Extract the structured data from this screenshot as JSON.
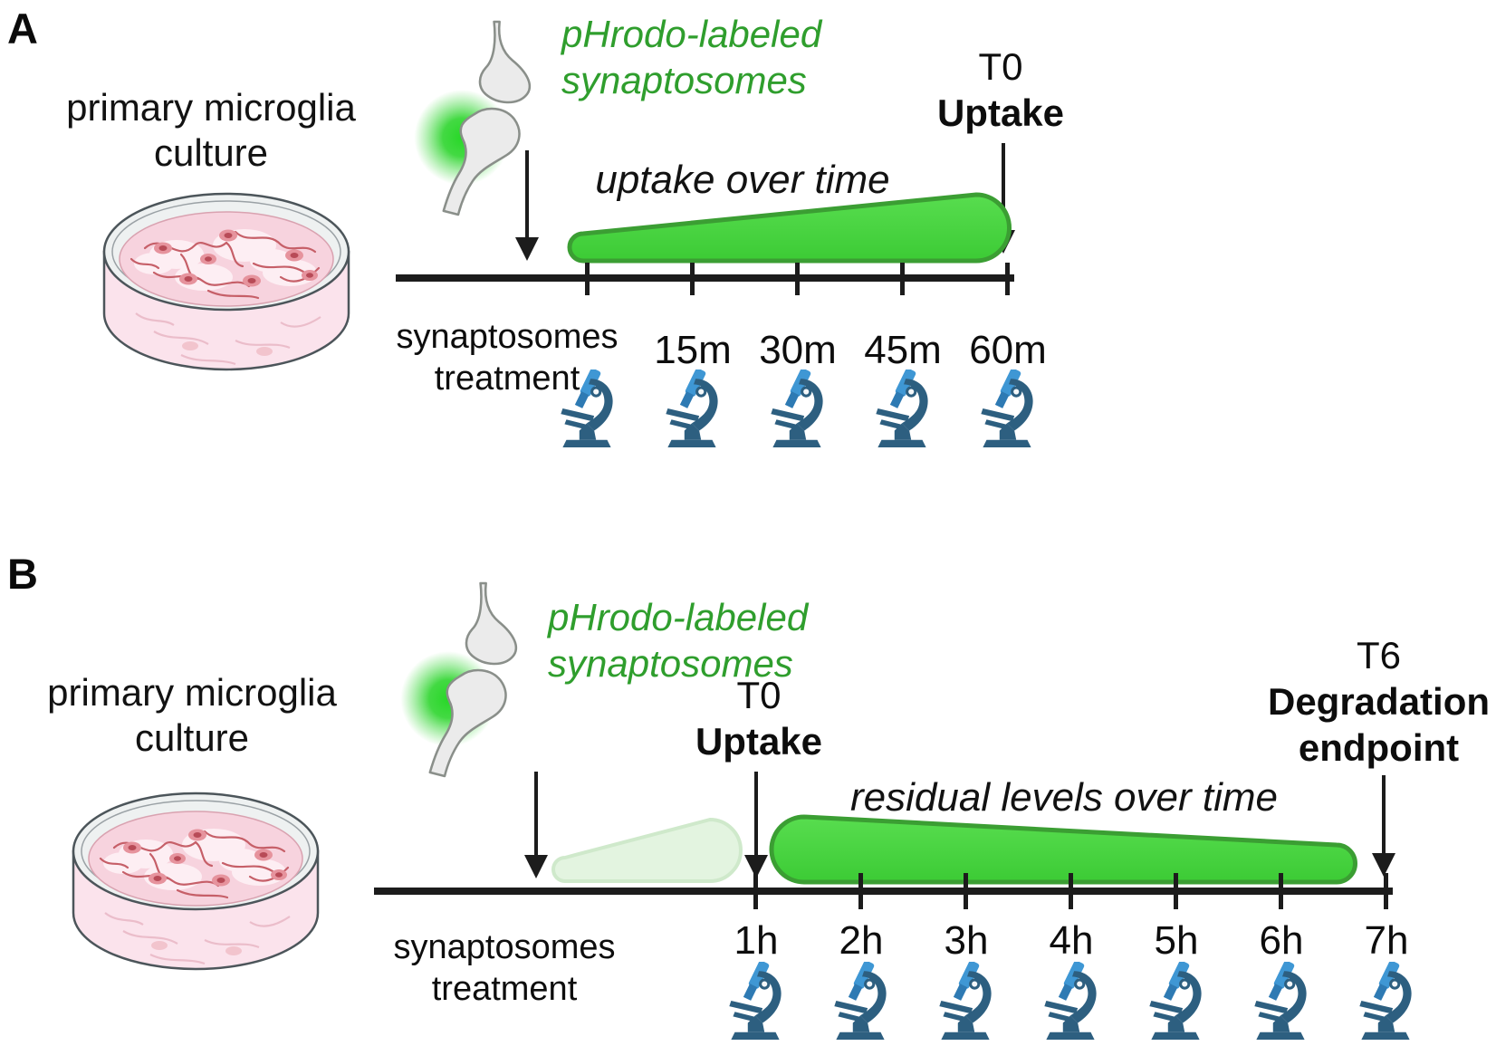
{
  "figure": {
    "panels": {
      "a": {
        "panel_letter": "A",
        "culture_caption_line1": "primary microglia",
        "culture_caption_line2": "culture",
        "synaptosome_caption_line1": "pHrodo-labeled",
        "synaptosome_caption_line2": "synaptosomes",
        "wedge_caption": "uptake over time",
        "timepoint_start": {
          "time": "T0",
          "event": "Uptake"
        },
        "axis_origin_label_line1": "synaptosomes",
        "axis_origin_label_line2": "treatment",
        "tick_labels": [
          "15m",
          "30m",
          "45m",
          "60m"
        ]
      },
      "b": {
        "panel_letter": "B",
        "culture_caption_line1": "primary microglia",
        "culture_caption_line2": "culture",
        "synaptosome_caption_line1": "pHrodo-labeled",
        "synaptosome_caption_line2": "synaptosomes",
        "wedge_caption": "residual levels over time",
        "timepoint_start": {
          "time": "T0",
          "event": "Uptake"
        },
        "timepoint_end": {
          "time": "T6",
          "event_line1": "Degradation",
          "event_line2": "endpoint"
        },
        "axis_origin_label_line1": "synaptosomes",
        "axis_origin_label_line2": "treatment",
        "tick_labels": [
          "1h",
          "2h",
          "3h",
          "4h",
          "5h",
          "6h",
          "7h"
        ]
      }
    },
    "colors": {
      "label_green": "#2f9e2d",
      "wedge_fill": "#45d33e",
      "wedge_stroke": "#3b9e33",
      "wedge_faded_fill": "#e3f4e0",
      "wedge_faded_stroke": "#cfe9cb",
      "glow_green": "#2ed52e",
      "microscope_dark": "#2d5f80",
      "microscope_light": "#3f97d4",
      "timeline_black": "#1c1c1c",
      "petri_media_pink": "#f7d3de"
    },
    "icon_names": [
      "synaptosome-illustration",
      "green-glow",
      "petri-dish-illustration",
      "microscope-icon",
      "down-arrow"
    ]
  }
}
